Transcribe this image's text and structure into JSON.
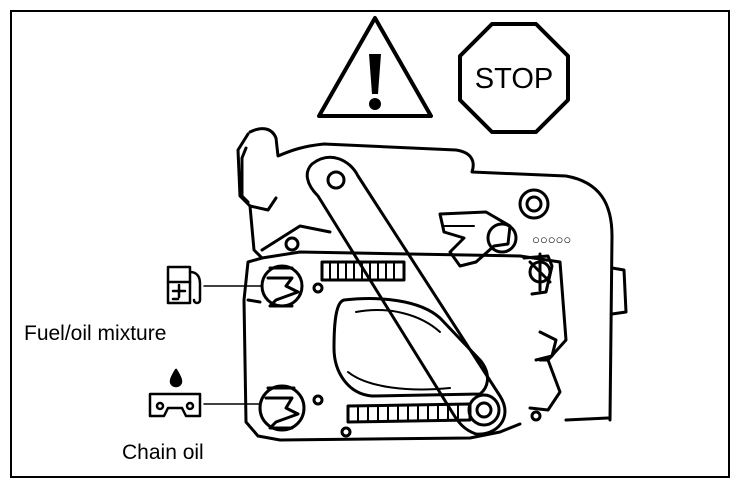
{
  "warnings": {
    "triangle_icon": "warning-triangle-icon",
    "stop_icon": "stop-sign-icon",
    "stop_text": "STOP"
  },
  "labels": {
    "fuel": "Fuel/oil mixture",
    "chain": "Chain oil"
  },
  "icons": {
    "fuel": "fuel-pump-icon",
    "chain": "chain-oil-icon"
  },
  "colors": {
    "line": "#000000",
    "background": "#ffffff"
  }
}
